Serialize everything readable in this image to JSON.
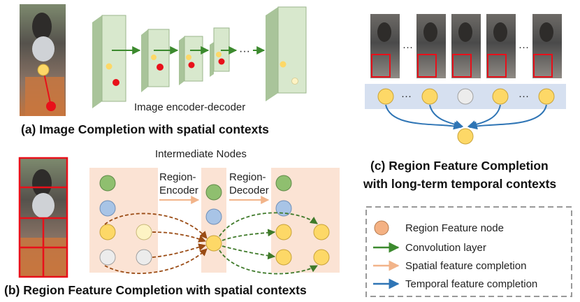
{
  "panel_a": {
    "caption": "(a) Image Completion with spatial contexts",
    "encoder_label": "Image encoder-decoder",
    "ellipsis": "···"
  },
  "panel_b": {
    "caption": "(b) Region Feature Completion with spatial contexts",
    "intermediate_label": "Intermediate Nodes",
    "encoder_line1": "Region-",
    "encoder_line2": "Encoder",
    "decoder_line1": "Region-",
    "decoder_line2": "Decoder"
  },
  "panel_c": {
    "caption_line1": "(c) Region Feature Completion",
    "caption_line2": "with long-term temporal contexts",
    "ellipsis": "···"
  },
  "legend": {
    "region_node": "Region Feature node",
    "conv": "Convolution layer",
    "spatial": "Spatial feature completion",
    "temporal": "Temporal feature completion"
  },
  "colors": {
    "yellow": "#fdd867",
    "red": "#e8101a",
    "green_node": "#8fbf6f",
    "blue_node": "#a8c4e6",
    "peach_band": "#fbe3d4",
    "blue_band": "#d6e0f0",
    "conv_arrow": "#3c8a2e",
    "spatial_arrow": "#f2b48a",
    "temporal_arrow": "#2f75b5",
    "dashed_brown": "#9a4b14",
    "dashed_green": "#3f7a2a"
  }
}
